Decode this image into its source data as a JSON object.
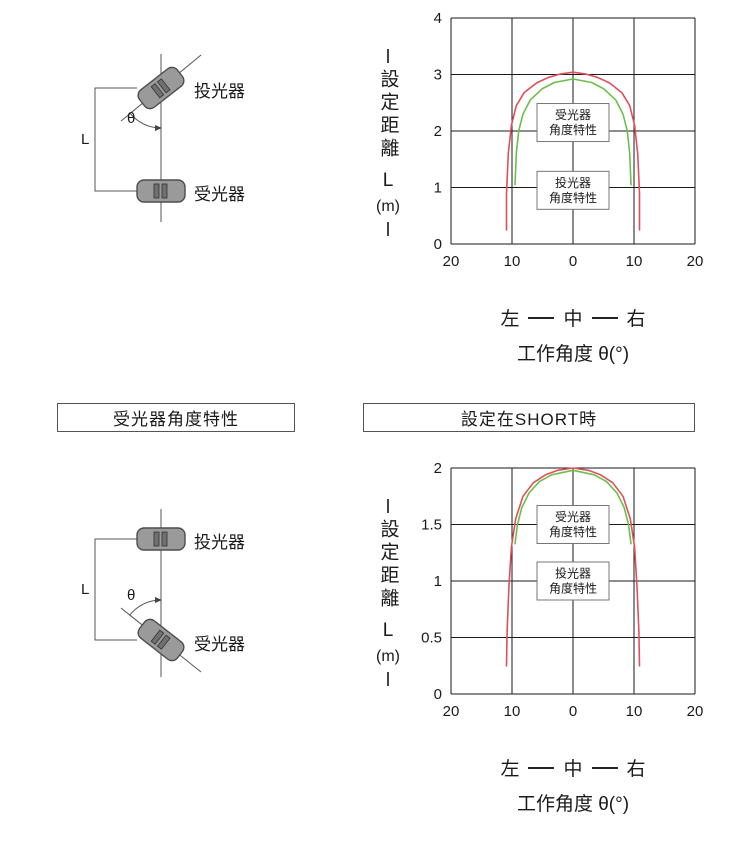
{
  "figure": {
    "headers": {
      "receiver_angle_title": "受光器角度特性",
      "short_mode_title": "設定在SHORT時"
    },
    "diagrams": {
      "top": {
        "emitter_label": "投光器",
        "receiver_label": "受光器",
        "distance_label": "L",
        "angle_label": "θ"
      },
      "bottom": {
        "emitter_label": "投光器",
        "receiver_label": "受光器",
        "distance_label": "L",
        "angle_label": "θ"
      }
    },
    "axis": {
      "y_title": "設定距離",
      "y_symbol": "L",
      "y_unit": "(m)",
      "x_legend_left": "左",
      "x_legend_center": "中",
      "x_legend_right": "右",
      "x_title": "工作角度 θ(°)"
    }
  },
  "chart_data": [
    {
      "type": "line",
      "title": "",
      "ylabel": "設定距離 L (m)",
      "xlabel": "工作角度 θ(°)",
      "x_direction_legend": "左 — 中 — 右",
      "xlim": [
        -20,
        20
      ],
      "ylim": [
        0,
        4
      ],
      "x_tick_values": [
        -20,
        -10,
        0,
        10,
        20
      ],
      "x_ticks": [
        "20",
        "10",
        "0",
        "10",
        "20"
      ],
      "y_tick_values": [
        0,
        1,
        2,
        3,
        4
      ],
      "y_ticks": [
        "0",
        "1",
        "2",
        "3",
        "4"
      ],
      "grid": true,
      "legend_position": "none",
      "annotations": [
        {
          "lines": [
            "受光器",
            "角度特性"
          ],
          "x": 0,
          "y": 2.15
        },
        {
          "lines": [
            "投光器",
            "角度特性"
          ],
          "x": 0,
          "y": 0.95
        }
      ],
      "series": [
        {
          "name": "outer",
          "color": "#e0505a",
          "points": [
            [
              -10.9,
              0.25
            ],
            [
              -10.9,
              0.9
            ],
            [
              -10.6,
              1.6
            ],
            [
              -10.1,
              2.1
            ],
            [
              -9.3,
              2.45
            ],
            [
              -8,
              2.68
            ],
            [
              -6,
              2.85
            ],
            [
              -4,
              2.95
            ],
            [
              -2,
              3.01
            ],
            [
              0,
              3.04
            ],
            [
              2,
              3.01
            ],
            [
              4,
              2.95
            ],
            [
              6,
              2.85
            ],
            [
              8,
              2.68
            ],
            [
              9.3,
              2.45
            ],
            [
              10.1,
              2.1
            ],
            [
              10.6,
              1.6
            ],
            [
              10.9,
              0.9
            ],
            [
              10.9,
              0.25
            ]
          ]
        },
        {
          "name": "inner",
          "color": "#6cbf4a",
          "points": [
            [
              -9.5,
              1.05
            ],
            [
              -9.3,
              1.6
            ],
            [
              -8.9,
              2.0
            ],
            [
              -8.2,
              2.3
            ],
            [
              -7,
              2.55
            ],
            [
              -5,
              2.75
            ],
            [
              -3,
              2.86
            ],
            [
              0,
              2.92
            ],
            [
              3,
              2.86
            ],
            [
              5,
              2.75
            ],
            [
              7,
              2.55
            ],
            [
              8.2,
              2.3
            ],
            [
              8.9,
              2.0
            ],
            [
              9.3,
              1.6
            ],
            [
              9.5,
              1.05
            ]
          ]
        }
      ]
    },
    {
      "type": "line",
      "title": "設定在SHORT時",
      "ylabel": "設定距離 L (m)",
      "xlabel": "工作角度 θ(°)",
      "x_direction_legend": "左 — 中 — 右",
      "xlim": [
        -20,
        20
      ],
      "ylim": [
        0,
        2
      ],
      "x_tick_values": [
        -20,
        -10,
        0,
        10,
        20
      ],
      "x_ticks": [
        "20",
        "10",
        "0",
        "10",
        "20"
      ],
      "y_tick_values": [
        0,
        0.5,
        1,
        1.5,
        2
      ],
      "y_ticks": [
        "0",
        "0.5",
        "1",
        "1.5",
        "2"
      ],
      "grid": true,
      "legend_position": "none",
      "annotations": [
        {
          "lines": [
            "受光器",
            "角度特性"
          ],
          "x": 0,
          "y": 1.5
        },
        {
          "lines": [
            "投光器",
            "角度特性"
          ],
          "x": 0,
          "y": 1.0
        }
      ],
      "series": [
        {
          "name": "outer",
          "color": "#e0505a",
          "points": [
            [
              -10.9,
              0.25
            ],
            [
              -10.8,
              0.55
            ],
            [
              -10.5,
              0.95
            ],
            [
              -10.1,
              1.3
            ],
            [
              -9.4,
              1.55
            ],
            [
              -8.2,
              1.75
            ],
            [
              -6.5,
              1.87
            ],
            [
              -4.5,
              1.94
            ],
            [
              -2.5,
              1.98
            ],
            [
              0,
              2.0
            ],
            [
              2.5,
              1.98
            ],
            [
              4.5,
              1.94
            ],
            [
              6.5,
              1.87
            ],
            [
              8.2,
              1.75
            ],
            [
              9.4,
              1.55
            ],
            [
              10.1,
              1.3
            ],
            [
              10.5,
              0.95
            ],
            [
              10.8,
              0.55
            ],
            [
              10.9,
              0.25
            ]
          ]
        },
        {
          "name": "inner",
          "color": "#6cbf4a",
          "points": [
            [
              -9.5,
              1.33
            ],
            [
              -9.1,
              1.5
            ],
            [
              -8.4,
              1.65
            ],
            [
              -7.2,
              1.78
            ],
            [
              -5.5,
              1.88
            ],
            [
              -3.5,
              1.94
            ],
            [
              0,
              1.98
            ],
            [
              3.5,
              1.94
            ],
            [
              5.5,
              1.88
            ],
            [
              7.2,
              1.78
            ],
            [
              8.4,
              1.65
            ],
            [
              9.1,
              1.5
            ],
            [
              9.5,
              1.33
            ]
          ]
        }
      ]
    }
  ]
}
